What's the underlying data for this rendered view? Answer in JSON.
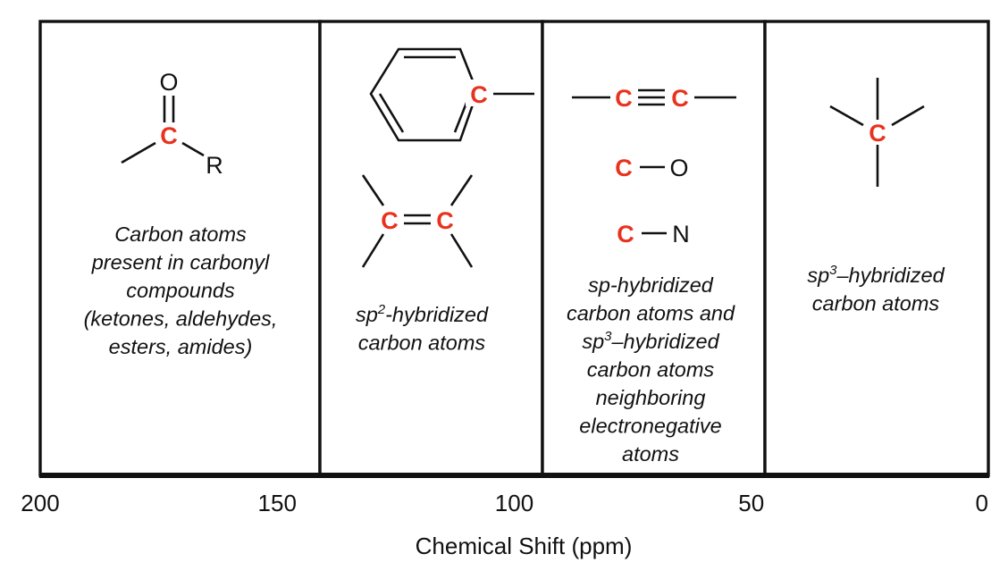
{
  "axis": {
    "label": "Chemical Shift (ppm)",
    "ticks": [
      "200",
      "150",
      "100",
      "50",
      "0"
    ]
  },
  "atoms": {
    "carbon": "C",
    "oxygen": "O",
    "nitrogen": "N",
    "r_group": "R"
  },
  "regions": [
    {
      "range": [
        200,
        150
      ],
      "description_lines": [
        "Carbon atoms",
        "present in carbonyl",
        "compounds",
        "(ketones, aldehydes,",
        "esters, amides)"
      ]
    },
    {
      "range": [
        150,
        100
      ],
      "description_lines": [
        {
          "pre": "sp",
          "sup": "2",
          "post": "-hybridized"
        },
        "carbon atoms"
      ]
    },
    {
      "range": [
        100,
        50
      ],
      "description_lines": [
        "sp-hybridized",
        "carbon atoms and",
        {
          "pre": "sp",
          "sup": "3",
          "post": "–hybridized"
        },
        "carbon atoms",
        "neighboring",
        "electronegative",
        "atoms"
      ]
    },
    {
      "range": [
        50,
        0
      ],
      "description_lines": [
        {
          "pre": "sp",
          "sup": "3",
          "post": "–hybridized"
        },
        "carbon atoms"
      ]
    }
  ],
  "colors": {
    "highlight_carbon": "#e8321e",
    "ink": "#111111",
    "background": "#ffffff"
  }
}
